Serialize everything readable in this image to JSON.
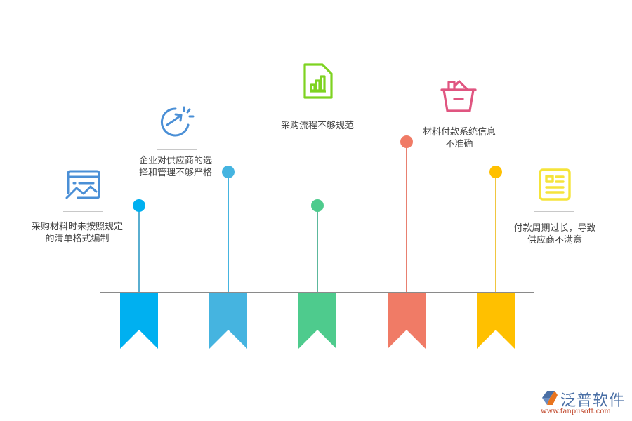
{
  "diagram": {
    "title": "",
    "items": [
      {
        "label_line1": "采购材料时未按照规定",
        "label_line2": "的清单格式编制",
        "color": "#00b0f0",
        "icon": "image-card-icon",
        "icon_color": "#4a8fd6"
      },
      {
        "label_line1": "企业对供应商的选",
        "label_line2": "择和管理不够严格",
        "color": "#45b4e0",
        "icon": "refresh-arrow-icon",
        "icon_color": "#4a8fd6"
      },
      {
        "label_line1": "采购流程不够规范",
        "label_line2": "",
        "color": "#4ecb8d",
        "icon": "document-chart-icon",
        "icon_color": "#7ed321"
      },
      {
        "label_line1": "材料付款系统信息",
        "label_line2": "不准确",
        "color": "#f07b66",
        "icon": "basket-icon",
        "icon_color": "#e05580"
      },
      {
        "label_line1": "付款周期过长，导致",
        "label_line2": "供应商不满意",
        "color": "#ffc000",
        "icon": "news-doc-icon",
        "icon_color": "#f5e43a"
      }
    ]
  },
  "logo": {
    "name": "泛普软件",
    "url": "www.fanpusoft.com"
  }
}
